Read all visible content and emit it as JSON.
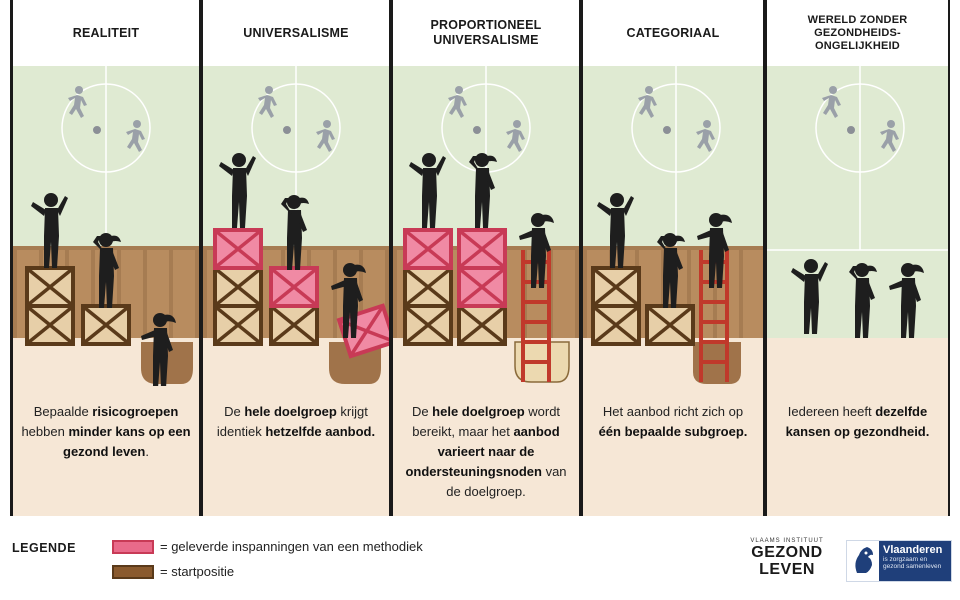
{
  "colors": {
    "field": "#dfead2",
    "fence": "#a67c52",
    "ground": "#f6e7d6",
    "crate_wood": "#e7cfa8",
    "crate_frame": "#5a3a1a",
    "crate_pink": "#e96a8a",
    "ladder": "#c0392b",
    "person": "#1e1e1e"
  },
  "panels": [
    {
      "title": "REALITEIT",
      "caption": [
        {
          "text": "Bepaalde ",
          "bold": false
        },
        {
          "text": "risicogroepen",
          "bold": true
        },
        {
          "text": " hebben ",
          "bold": false
        },
        {
          "text": "minder kans op een gezond leven",
          "bold": true
        },
        {
          "text": ".",
          "bold": false
        }
      ]
    },
    {
      "title": "UNIVERSALISME",
      "caption": [
        {
          "text": "De ",
          "bold": false
        },
        {
          "text": "hele doelgroep",
          "bold": true
        },
        {
          "text": " krijgt identiek ",
          "bold": false
        },
        {
          "text": "hetzelfde aanbod.",
          "bold": true
        }
      ]
    },
    {
      "title": "PROPORTIONEEL UNIVERSALISME",
      "caption": [
        {
          "text": "De ",
          "bold": false
        },
        {
          "text": "hele doelgroep",
          "bold": true
        },
        {
          "text": " wordt bereikt, maar het ",
          "bold": false
        },
        {
          "text": "aanbod varieert naar de ondersteuningsnoden",
          "bold": true
        },
        {
          "text": " van de doelgroep.",
          "bold": false
        }
      ]
    },
    {
      "title": "CATEGORIAAL",
      "caption": [
        {
          "text": "Het aanbod richt zich op ",
          "bold": false
        },
        {
          "text": "één bepaalde subgroep.",
          "bold": true
        }
      ]
    },
    {
      "title": "WERELD ZONDER GEZONDHEIDS- ONGELIJKHEID",
      "caption": [
        {
          "text": "Iedereen heeft ",
          "bold": false
        },
        {
          "text": "dezelfde kansen op gezondheid.",
          "bold": true
        }
      ]
    }
  ],
  "legend": {
    "title": "LEGENDE",
    "items": [
      {
        "color": "#e96a8a",
        "label": "= geleverde inspanningen van een methodiek"
      },
      {
        "color": "#8a5a2e",
        "label": "= startpositie"
      }
    ]
  },
  "logos": {
    "gezond_leven": {
      "tagline": "VLAAMS INSTITUUT",
      "line1": "GEZOND",
      "line2": "LEVEN"
    },
    "vlaanderen": {
      "name": "Vlaanderen",
      "tagline": "is zorgzaam en gezond samenleven"
    }
  }
}
